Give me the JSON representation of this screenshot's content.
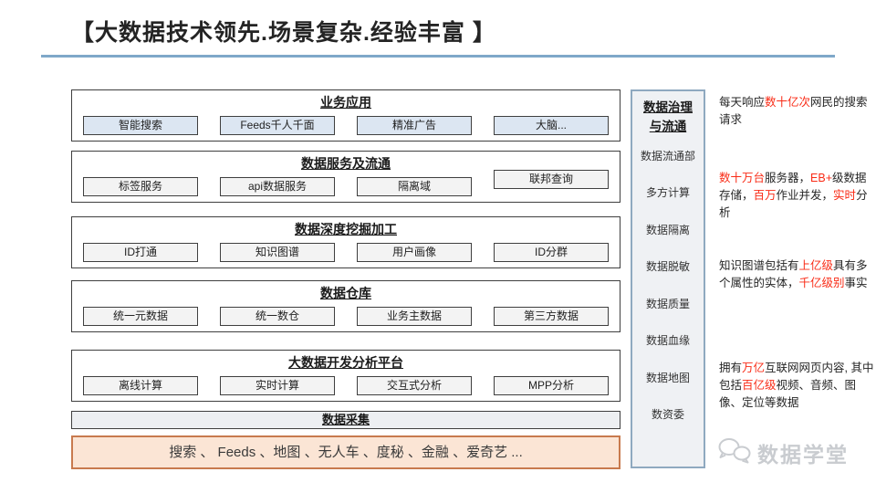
{
  "page": {
    "title": "【大数据技术领先.场景复杂.经验丰富 】"
  },
  "stack": {
    "layers": [
      {
        "title": "业务应用",
        "boxes": [
          "智能搜索",
          "Feeds千人千面",
          "精准广告",
          "大脑..."
        ]
      },
      {
        "title": "数据服务及流通",
        "boxes": [
          "标签服务",
          "api数据服务",
          "隔离域",
          "联邦查询"
        ]
      },
      {
        "title": "数据深度挖掘加工",
        "boxes": [
          "ID打通",
          "知识图谱",
          "用户画像",
          "ID分群"
        ]
      },
      {
        "title": "数据仓库",
        "boxes": [
          "统一元数据",
          "统一数仓",
          "业务主数据",
          "第三方数据"
        ]
      },
      {
        "title": "大数据开发分析平台",
        "boxes": [
          "离线计算",
          "实时计算",
          "交互式分析",
          "MPP分析"
        ]
      }
    ],
    "collect_bar": "数据采集",
    "sources_bar": "搜索 、 Feeds 、地图 、无人车 、度秘 、金融 、爱奇艺  ..."
  },
  "sidebar": {
    "header": "数据治理与流通",
    "items": [
      "数据流通部",
      "多方计算",
      "数据隔离",
      "数据脱敏",
      "数据质量",
      "数据血缘",
      "数据地图",
      "数资委"
    ]
  },
  "annotations": [
    {
      "segments": [
        {
          "t": "每天响应"
        },
        {
          "t": "数十亿次",
          "red": true
        },
        {
          "t": "网民的搜索请求"
        }
      ]
    },
    {
      "segments": [
        {
          "t": "数十万台",
          "red": true
        },
        {
          "t": "服务器，"
        },
        {
          "t": "EB+",
          "red": true
        },
        {
          "t": "级数据存储，"
        },
        {
          "t": "百万",
          "red": true
        },
        {
          "t": "作业并发，"
        },
        {
          "t": "实时",
          "red": true
        },
        {
          "t": "分析"
        }
      ]
    },
    {
      "segments": [
        {
          "t": "知识图谱包括有"
        },
        {
          "t": "上亿级",
          "red": true
        },
        {
          "t": "具有多个属性的实体，"
        },
        {
          "t": "千亿级别",
          "red": true
        },
        {
          "t": "事实"
        }
      ]
    },
    {
      "segments": [
        {
          "t": "拥有"
        },
        {
          "t": "万亿",
          "red": true
        },
        {
          "t": "互联网网页内容, 其中包括"
        },
        {
          "t": "百亿级",
          "red": true
        },
        {
          "t": "视频、音频、图像、定位等数据"
        }
      ]
    }
  ],
  "logo": {
    "text": "数据学堂",
    "icon": "wechat-icon"
  },
  "colors": {
    "divider": "#7fa8c9",
    "layer1_box_fill": "#dce6f2",
    "box_fill": "#f3f3f3",
    "sources_fill": "#fbe5d5",
    "sources_border": "#c87a4e",
    "sidebar_fill": "#eff1f4",
    "sidebar_border": "#8fa9c0",
    "accent_red": "#f92b16",
    "watermark": "#c9ccd0"
  }
}
